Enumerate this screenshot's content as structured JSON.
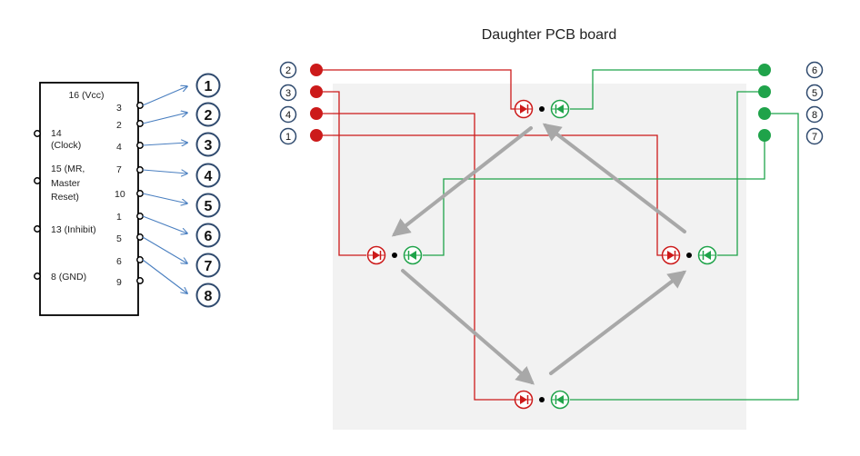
{
  "title": "Daughter PCB board",
  "chip": {
    "top_label": "16 (Vcc)",
    "left_pins": [
      {
        "id": "clock",
        "lines": [
          "14",
          "(Clock)"
        ]
      },
      {
        "id": "mr",
        "lines": [
          "15 (MR,",
          "Master",
          "Reset)"
        ]
      },
      {
        "id": "inhibit",
        "lines": [
          "13 (Inhibit)"
        ]
      },
      {
        "id": "gnd",
        "lines": [
          "8 (GND)"
        ]
      }
    ],
    "right_pins": [
      "3",
      "2",
      "4",
      "7",
      "10",
      "1",
      "5",
      "6",
      "9"
    ]
  },
  "output_numbers": [
    "1",
    "2",
    "3",
    "4",
    "5",
    "6",
    "7",
    "8"
  ],
  "pcb_left_numbers": [
    "2",
    "3",
    "4",
    "1"
  ],
  "pcb_right_numbers": [
    "6",
    "5",
    "8",
    "7"
  ],
  "colors": {
    "red": "#cc1a1a",
    "green": "#1fa34a",
    "arrow": "#a8a8a8",
    "pcb_bg": "#f2f2f2",
    "circle": "#2f4a6e",
    "chip_line": "#000000",
    "blue_line": "#4a7fc0"
  }
}
